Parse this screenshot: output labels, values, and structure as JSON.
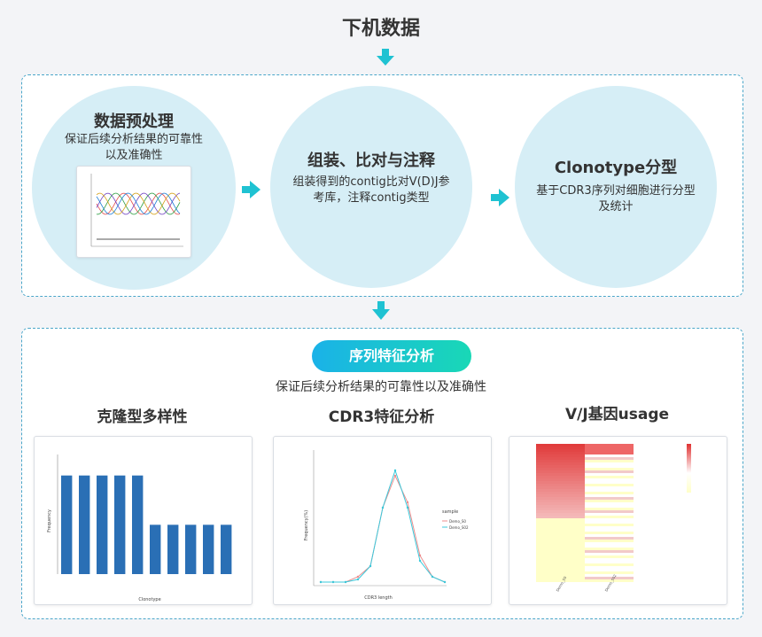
{
  "header": {
    "title": "下机数据"
  },
  "steps": [
    {
      "title": "数据预处理",
      "desc_lines": [
        "保证后续分析结果的可靠性",
        "以及准确性"
      ]
    },
    {
      "title": "组装、比对与注释",
      "desc_lines": [
        "组装得到的contig比对V(D)J参",
        "考库，注释contig类型"
      ]
    },
    {
      "title": "Clonotype分型",
      "desc_lines": [
        "基于CDR3序列对细胞进行分型",
        "及统计"
      ]
    }
  ],
  "feature": {
    "pill_label": "序列特征分析",
    "subtitle": "保证后续分析结果的可靠性以及准确性",
    "sections": [
      {
        "title": "克隆型多样性"
      },
      {
        "title": "CDR3特征分析"
      },
      {
        "title": "V/J基因usage"
      }
    ]
  },
  "chart_data": [
    {
      "type": "line",
      "series_count": 5,
      "series_colors": [
        "#e54b4b",
        "#2f9e44",
        "#6f42c1",
        "#d4a017",
        "#1c7ed6"
      ]
    },
    {
      "type": "bar",
      "ylabel": "Frequency",
      "xlabel": "Clonotype",
      "values": [
        2,
        2,
        2,
        2,
        2,
        1,
        1,
        1,
        1,
        1
      ],
      "ylim": [
        0,
        2.3
      ],
      "bar_color": "#2a6fb5"
    },
    {
      "type": "line",
      "xlabel": "CDR3 length",
      "ylabel": "Frequency(%)",
      "legend_title": "sample",
      "series": [
        {
          "name": "Demo_S0",
          "color": "#ec8d8d",
          "values": [
            0,
            0,
            0,
            1,
            3,
            14,
            20,
            15,
            5,
            1,
            0
          ]
        },
        {
          "name": "Demo_S02",
          "color": "#3bc9db",
          "values": [
            0,
            0,
            0,
            0.5,
            3,
            14,
            21,
            14,
            4,
            1,
            0
          ]
        }
      ],
      "ylim": [
        0,
        25
      ]
    },
    {
      "type": "heatmap",
      "columns": [
        "Demo_S0",
        "Demo_S02"
      ],
      "colors": [
        "#ffffc8",
        "#ffffff",
        "#e03131"
      ]
    }
  ]
}
